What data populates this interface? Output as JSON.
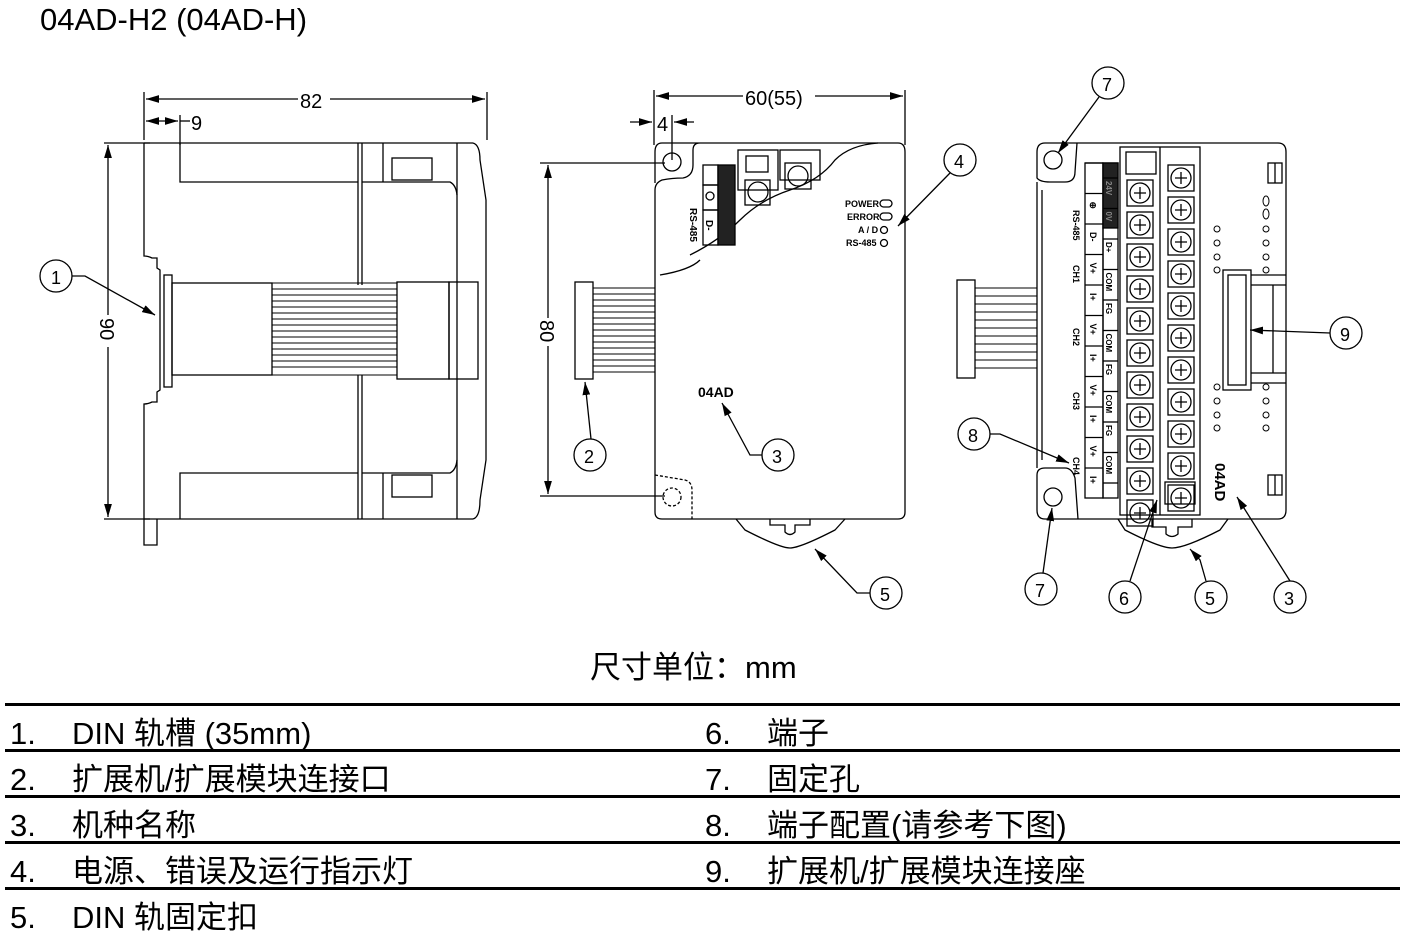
{
  "title": "04AD-H2 (04AD-H)",
  "unit_note": "尺寸单位：mm",
  "dimensions": {
    "side_width": "82",
    "side_offset": "9",
    "side_height": "90",
    "front_width": "60(55)",
    "front_offset": "4",
    "front_height": "80"
  },
  "callouts": [
    "1",
    "2",
    "3",
    "4",
    "5",
    "6",
    "7",
    "8",
    "9"
  ],
  "front_view": {
    "model_label": "04AD",
    "leds": [
      "POWER",
      "ERROR",
      "A / D",
      "RS-485"
    ],
    "rs485_label": "RS-485",
    "terminal_label": "D-"
  },
  "terminal_view": {
    "model_label": "04AD",
    "rs485_label": "RS-485",
    "left_terminals": [
      "",
      "⊕",
      "D-",
      "V+",
      "I+",
      "V+",
      "I+",
      "V+",
      "I+",
      "V+",
      "I+"
    ],
    "right_terminals": [
      "24V",
      "0V",
      "D+",
      "COM",
      "FG",
      "COM",
      "FG",
      "COM",
      "FG",
      "COM",
      ""
    ],
    "channels": [
      "CH1",
      "CH2",
      "CH3",
      "CH4"
    ]
  },
  "legend": {
    "left": [
      {
        "num": "1.",
        "text": "DIN 轨槽  (35mm)"
      },
      {
        "num": "2.",
        "text": "扩展机/扩展模块连接口"
      },
      {
        "num": "3.",
        "text": "机种名称"
      },
      {
        "num": "4.",
        "text": "电源、错误及运行指示灯"
      },
      {
        "num": "5.",
        "text": "DIN 轨固定扣"
      }
    ],
    "right": [
      {
        "num": "6.",
        "text": "端子"
      },
      {
        "num": "7.",
        "text": "固定孔"
      },
      {
        "num": "8.",
        "text": "端子配置(请参考下图)"
      },
      {
        "num": "9.",
        "text": "扩展机/扩展模块连接座"
      }
    ]
  }
}
